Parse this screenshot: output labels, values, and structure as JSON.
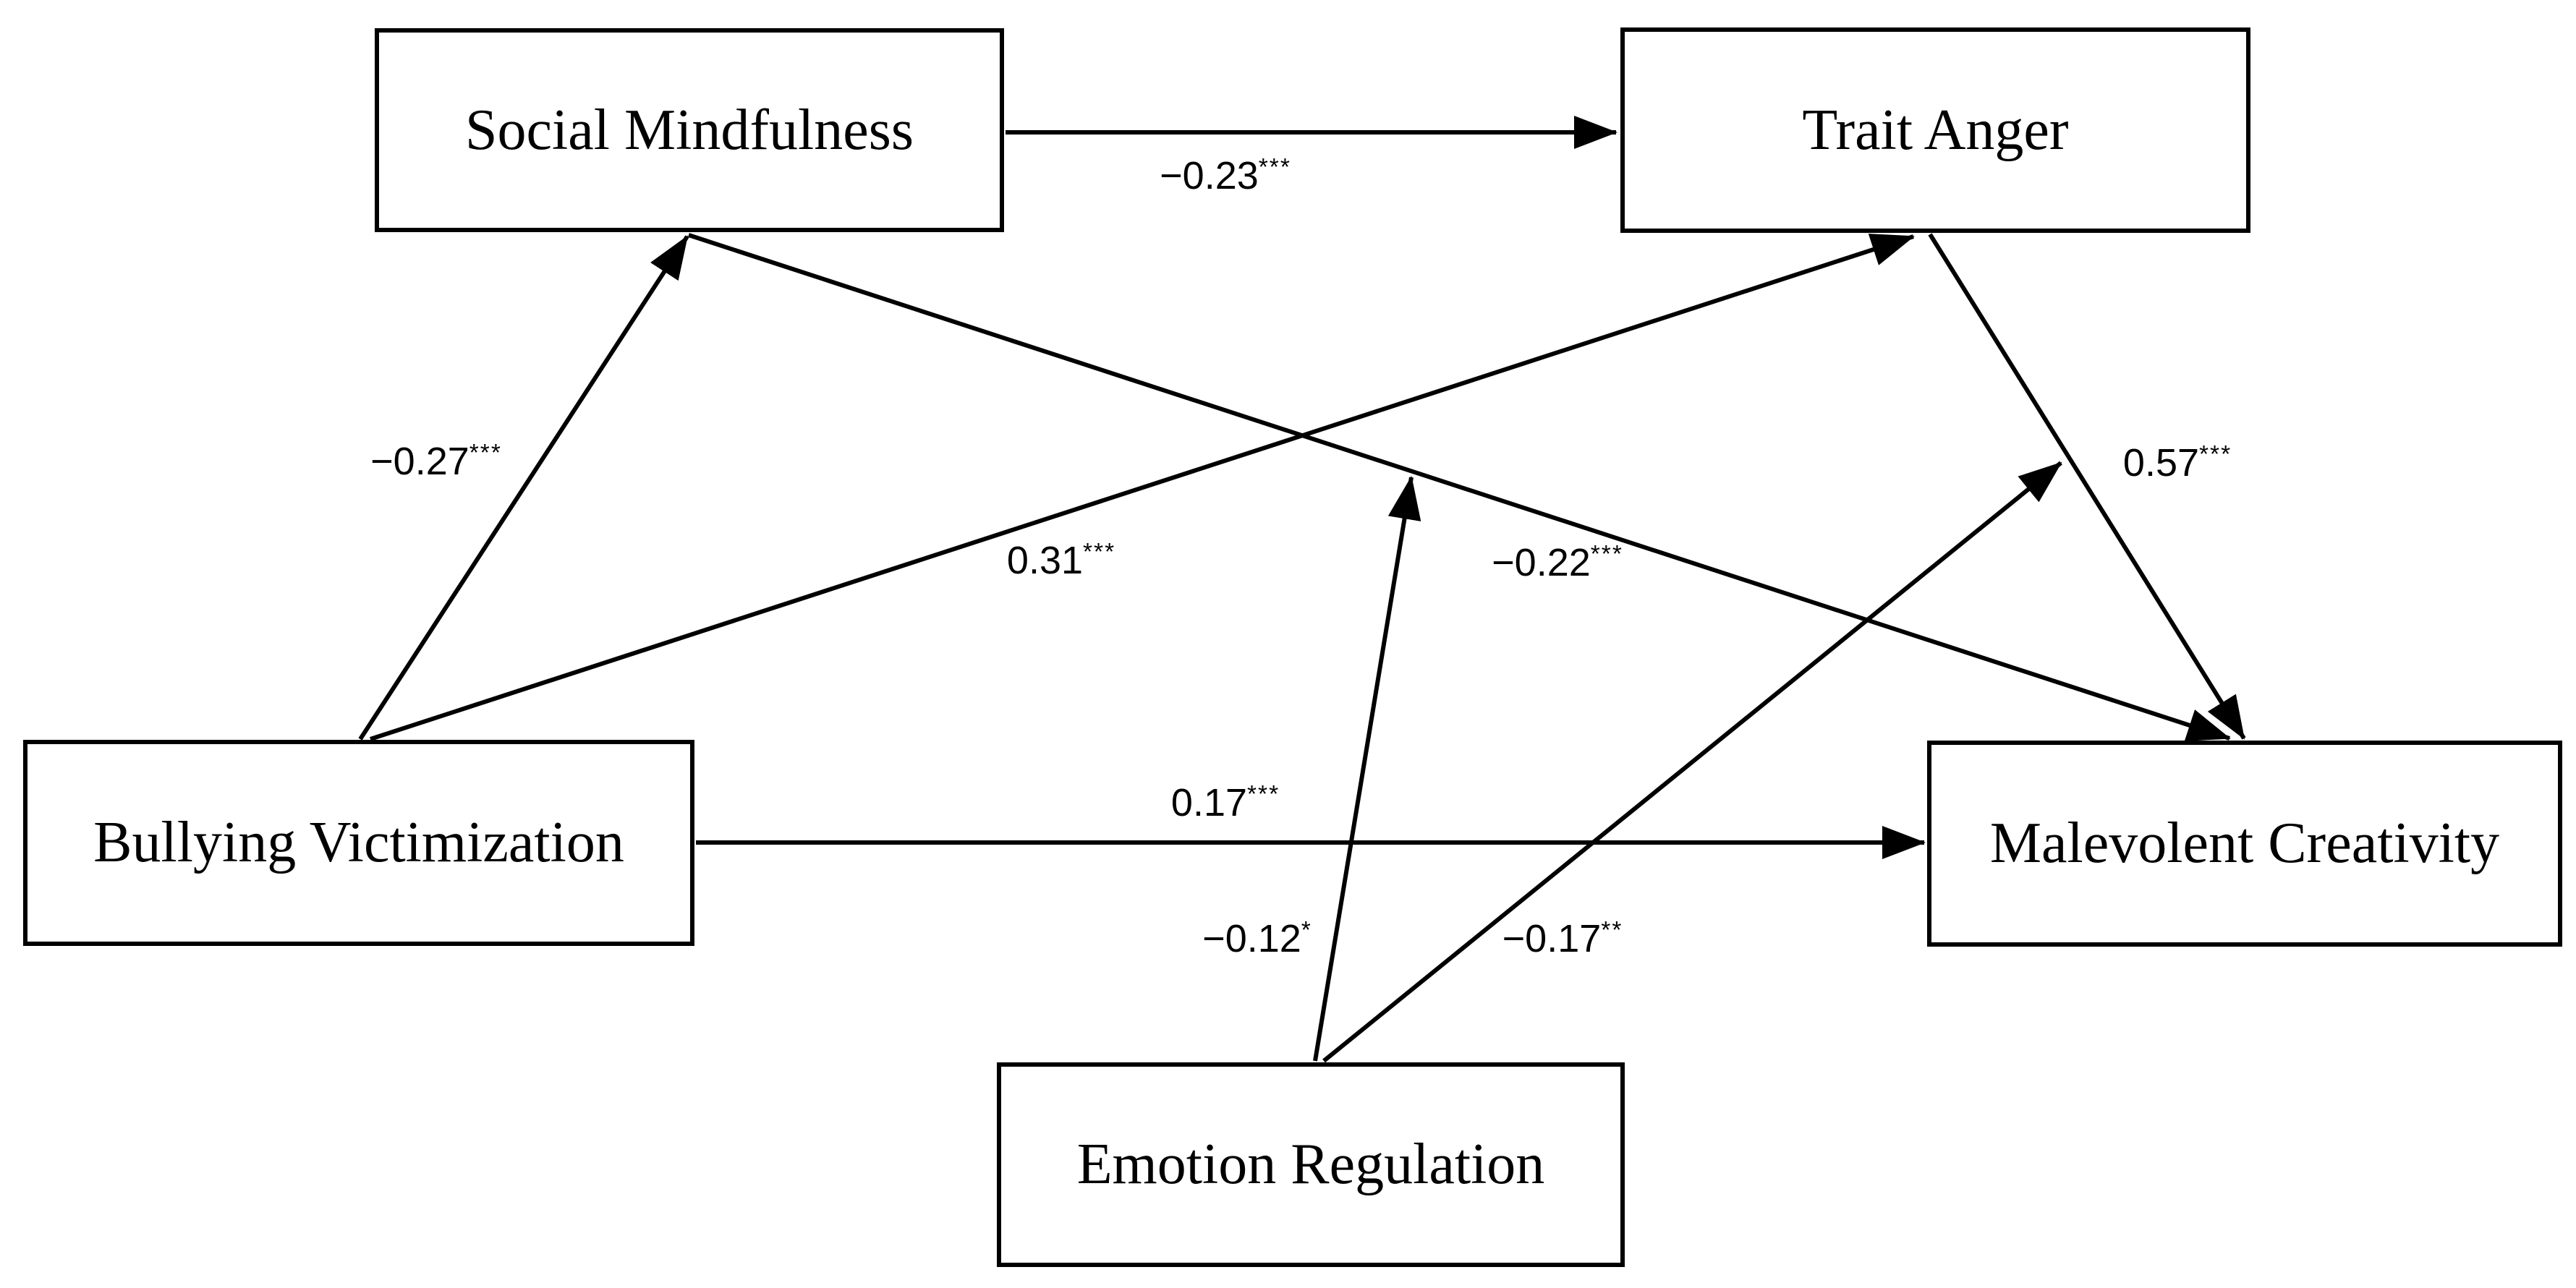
{
  "figure": {
    "type": "path-diagram (moderated mediation model)",
    "background_color": "#ffffff",
    "line_color": "#000000",
    "text_color": "#000000"
  },
  "nodes": [
    {
      "id": "social-mindfulness",
      "label": "Social Mindfulness"
    },
    {
      "id": "trait-anger",
      "label": "Trait Anger"
    },
    {
      "id": "bullying-victimization",
      "label": "Bullying Victimization"
    },
    {
      "id": "malevolent-creativity",
      "label": "Malevolent Creativity"
    },
    {
      "id": "emotion-regulation",
      "label": "Emotion Regulation"
    }
  ],
  "paths": [
    {
      "from": "Social Mindfulness",
      "to": "Trait Anger",
      "coefficient": "−0.23",
      "stars": "***"
    },
    {
      "from": "Bullying Victimization",
      "to": "Social Mindfulness",
      "coefficient": "−0.27",
      "stars": "***"
    },
    {
      "from": "Bullying Victimization",
      "to": "Trait Anger",
      "coefficient": "0.31",
      "stars": "***"
    },
    {
      "from": "Social Mindfulness",
      "to": "Malevolent Creativity",
      "coefficient": "−0.22",
      "stars": "***"
    },
    {
      "from": "Trait Anger",
      "to": "Malevolent Creativity",
      "coefficient": "0.57",
      "stars": "***"
    },
    {
      "from": "Bullying Victimization",
      "to": "Malevolent Creativity",
      "coefficient": "0.17",
      "stars": "***"
    },
    {
      "from": "Emotion Regulation",
      "to": "Social Mindfulness → Malevolent Creativity path",
      "coefficient": "−0.12",
      "stars": "*"
    },
    {
      "from": "Emotion Regulation",
      "to": "Trait Anger → Malevolent Creativity path",
      "coefficient": "−0.17",
      "stars": "**"
    }
  ]
}
